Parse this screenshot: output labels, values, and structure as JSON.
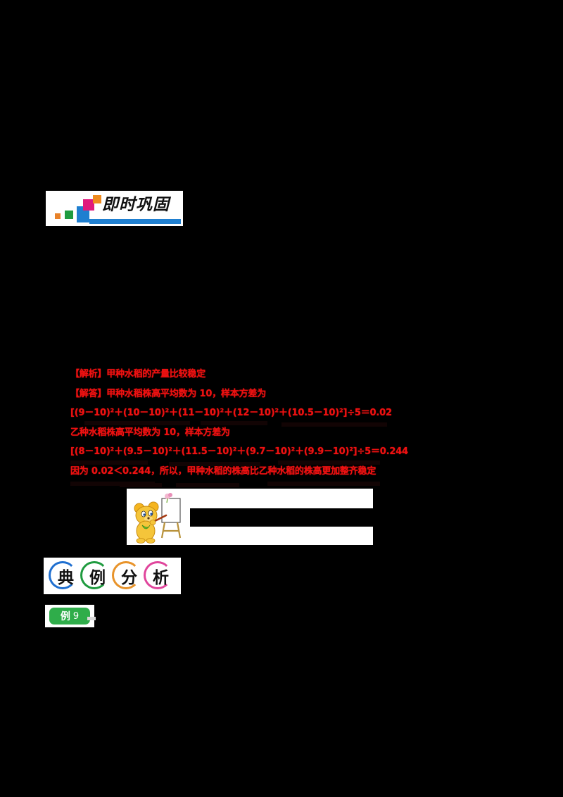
{
  "page": {
    "background_color": "#000000",
    "paper_color": "#ffffff",
    "annotation_color": "#ee1111"
  },
  "jishi_banner": {
    "title": "即时巩固",
    "icon": "stair-squares-icon",
    "colors": {
      "orange_small": "#e8822a",
      "green": "#1f9b3f",
      "blue": "#1f7fd0",
      "magenta": "#e0197c",
      "orange": "#ef8b1e",
      "bar": "#1f7fd0"
    }
  },
  "annotation": {
    "lines": [
      {
        "id": "analysis-line",
        "label": "【解析】",
        "text": "甲种水稻的产量比较稳定"
      },
      {
        "id": "solution-line",
        "label": "【解答】",
        "text": "甲种水稻株高平均数为 10，样本方差为"
      },
      {
        "id": "formula-jia",
        "text": "[(9－10)²＋(10－10)²＋(11－10)²＋(12－10)²＋(10.5－10)²]÷5＝0.02"
      },
      {
        "id": "solution-line-2",
        "text": "乙种水稻株高平均数为 10，样本方差为"
      },
      {
        "id": "formula-yi",
        "text": "[(8－10)²＋(9.5－10)²＋(11.5－10)²＋(9.7－10)²＋(9.9－10)²]÷5＝0.244"
      },
      {
        "id": "conclusion-line",
        "text": "因为 0.02＜0.244，所以，甲种水稻的株高比乙种水稻的株高更加整齐稳定"
      }
    ]
  },
  "bear_illustration": {
    "icon": "bear-teaching-icon",
    "description": "卡通小熊指着画架",
    "colors": {
      "body": "#f5b51f",
      "bib": "#62c12c",
      "pointer": "#a53a12",
      "easel": "#b8913a"
    }
  },
  "dianli_heading": {
    "characters": [
      {
        "char": "典",
        "arc_color": "#1f6fd0"
      },
      {
        "char": "例",
        "arc_color": "#1f9b3f"
      },
      {
        "char": "分",
        "arc_color": "#e8932a"
      },
      {
        "char": "析",
        "arc_color": "#e0459c"
      }
    ]
  },
  "example_badge": {
    "label": "例",
    "number": "9",
    "badge_color": "#2fad4a"
  }
}
